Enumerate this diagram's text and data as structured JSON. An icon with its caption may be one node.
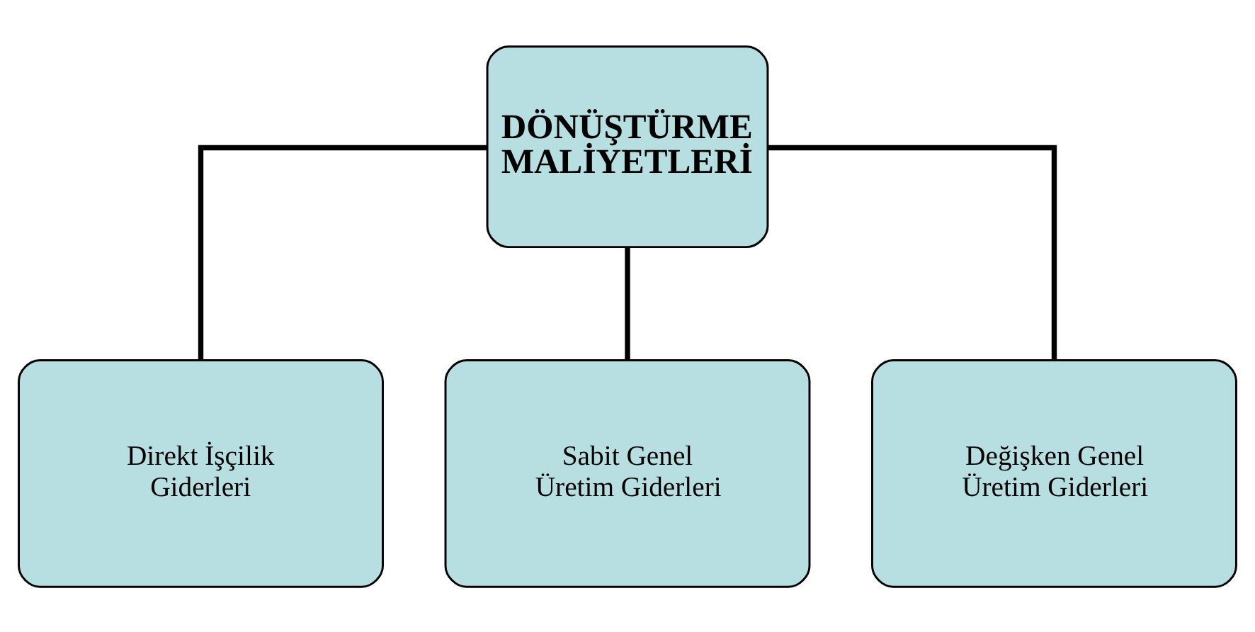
{
  "diagram": {
    "nodes": [
      {
        "text": [
          "DÖNÜŞTÜRME MALİYETLERİ"
        ]
      },
      {
        "text": [
          "Direkt İşçilik Giderleri"
        ]
      },
      {
        "text": [
          "Sabit Genel Üretim Giderleri"
        ]
      },
      {
        "text": [
          "Değişken Genel Üretim Giderleri"
        ]
      }
    ],
    "edges": [
      {
        "from": 0,
        "to": 1,
        "arrow": "none"
      },
      {
        "from": 0,
        "to": 2,
        "arrow": "none"
      },
      {
        "from": 0,
        "to": 3,
        "arrow": "none"
      }
    ]
  }
}
